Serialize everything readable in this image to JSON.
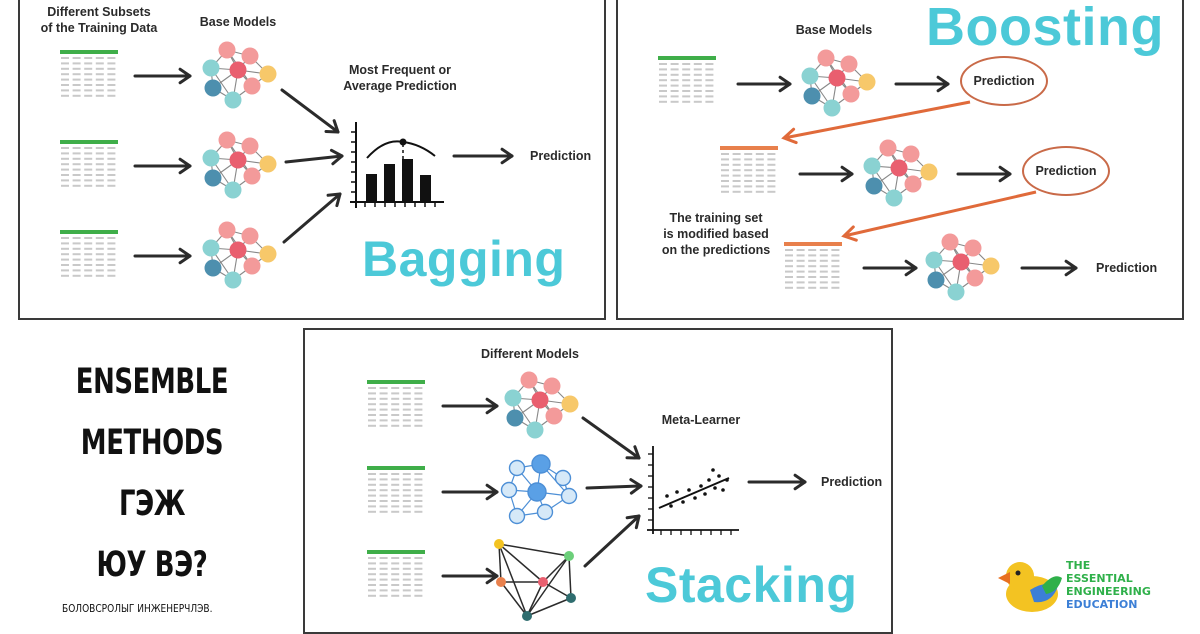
{
  "bagging": {
    "subsets_label_line1": "Different Subsets",
    "subsets_label_line2": "of the Training Data",
    "base_models_label": "Base Models",
    "aggregate_label_line1": "Most Frequent or",
    "aggregate_label_line2": "Average Prediction",
    "prediction_label": "Prediction",
    "title": "Bagging"
  },
  "boosting": {
    "base_models_label": "Base Models",
    "title": "Boosting",
    "prediction_1": "Prediction",
    "prediction_2": "Prediction",
    "prediction_3": "Prediction",
    "note_line1": "The training set",
    "note_line2": "is modified based",
    "note_line3": "on the predictions"
  },
  "stacking": {
    "different_models_label": "Different Models",
    "meta_learner_label": "Meta-Learner",
    "prediction_label": "Prediction",
    "title": "Stacking"
  },
  "sidebar": {
    "title_line1": "ENSEMBLE",
    "title_line2": "METHODS ГЭЖ",
    "title_line3": "ЮУ ВЭ?",
    "subtitle": "БОЛОВСРОЛЫГ ИНЖЕНЕРЧЛЭВ."
  },
  "logo": {
    "line1": "THE",
    "line2": "ESSENTIAL",
    "line3": "ENGINEERING",
    "line4": "EDUCATION"
  },
  "colors": {
    "accent_title": "#4cc9d8",
    "boost_arrow": "#e06a3a",
    "table_header_green": "#3fae49",
    "table_header_orange": "#e8804c",
    "node_pink": "#f39a9a",
    "node_red": "#e95f6f",
    "node_teal": "#8ad2d2",
    "node_blue": "#4d8fae",
    "node_yellow": "#f7c86a"
  }
}
